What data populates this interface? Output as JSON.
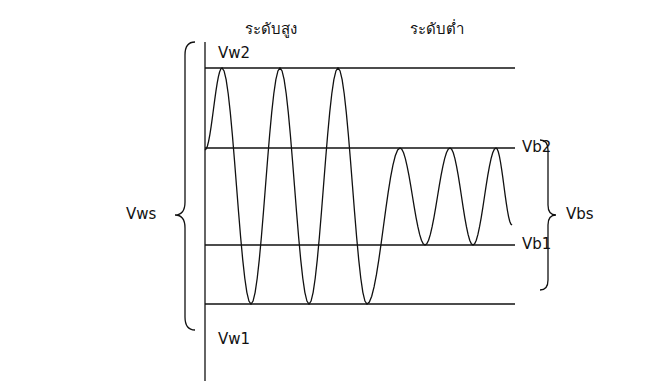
{
  "diagram": {
    "labels": [
      "ระดับสูง",
      "ระดับต่ำ",
      "Vw2",
      "Vws",
      "Vb2",
      "Vbs",
      "Vb1",
      "Vw1"
    ]
  }
}
